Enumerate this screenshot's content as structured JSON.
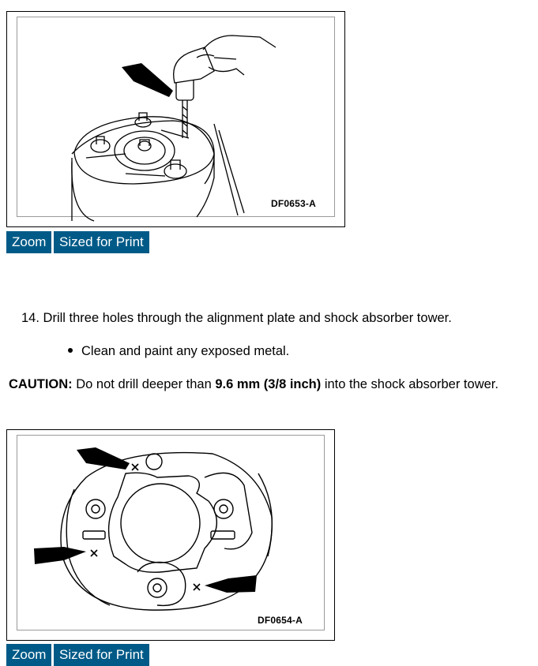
{
  "figure1": {
    "code": "DF0653-A"
  },
  "figure2": {
    "code": "DF0654-A"
  },
  "buttons": {
    "zoom": "Zoom",
    "print": "Sized for Print"
  },
  "step": {
    "number": "14.",
    "text": "Drill three holes through the alignment plate and shock absorber tower."
  },
  "bullet": {
    "text": "Clean and paint any exposed metal."
  },
  "caution": {
    "label": "CAUTION:",
    "text1": " Do not drill deeper than ",
    "measure": "9.6 mm (3/8 inch)",
    "text2": " into the shock absorber tower."
  }
}
